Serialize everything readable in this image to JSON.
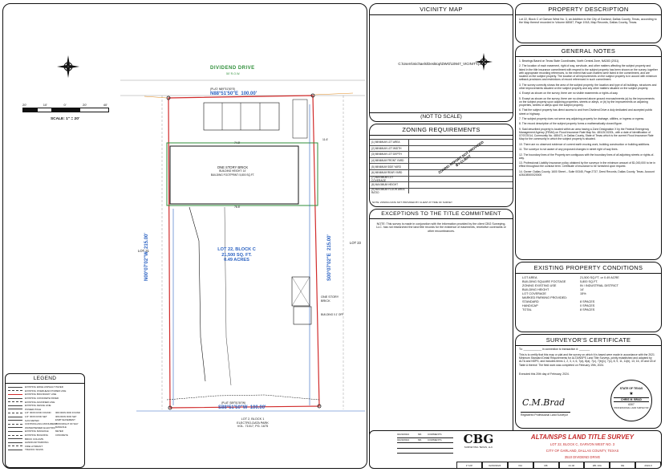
{
  "vicinity": {
    "title": "VICINITY MAP",
    "image_path": "C:\\Users\\michaels\\Desktop\\DWG\\10947_VICINITY.png",
    "not_to_scale": "(NOT TO SCALE)"
  },
  "property_description": {
    "title": "PROPERTY DESCRIPTION",
    "text": "Lot 22, Block C of Garvon West No. 3, an Addition to the City of Garland, Dallas County, Texas, according to the Map thereof recorded in Volume 68087, Page 1918, Map Records, Dallas County, Texas."
  },
  "general_notes": {
    "title": "GENERAL NOTES",
    "items": [
      "1. Bearings Based on Texas State Coordinates, North Central Zone, NAD83 (2011).",
      "2. The location of each easement, right of way, servitude, and other matters affecting the subject property and listed in the title insurance commitment with respect to the subject property has been shown on the survey, together with appropriate recording references, to the extent that such matters were listed in the commitment, and are located on the subject property. The location of all improvements on the subject property is in accord with minimum setback provisions and restrictions of record referenced in such commitment.",
      "3. The survey correctly shows the area of the subject property, the location and type of all buildings, structures and other improvements situated on the subject property and any other matters situated on the subject property.",
      "4. Except as shown on the survey, there are no visible easements or rights-of-way.",
      "5. Except as shown on the survey, there are no observed above ground encroachments (a) by the improvements on the subject property upon adjoining properties, streets or alleys, or (b) by the improvements on adjoining properties, streets or alleys upon the subject property.",
      "6. That the subject property has direct access to and from Dividend Drive a duly dedicated and accepted public street or highway.",
      "7. The subject property does not serve any adjoining property for drainage, utilities, or ingress or egress.",
      "8. The record description of the subject property forms a mathematically closed figure.",
      "9. Said described property is located within an area having a Zone Designation X by the Federal Emergency Management Agency (FEMA) on Flood Insurance Rate Map No. 48113C0220L, with a date of identification of 07/07/2014, Community No. 485471, in Dallas County, State of Texas which is the current Flood Insurance Rate Map for the community in which the subject property is situated.",
      "10. There are no observed evidence of current earth moving work, building construction or building additions.",
      "11. The surveyor is not aware of any proposed changes in street right of way lines.",
      "12. The boundary lines of the Property are contiguous with the boundary lines of all adjoining streets or rights-of-way.",
      "13. Professional Liability Insurance policy obtained by the surveyor in the minimum amount of $1,000,000 to be in effect throughout the contract term. Certificate of insurance to be furnished upon request.",
      "14. Owner: Dallas County, 1600 Street – Suite 00345, Page 2737, Deed Records, Dallas County, Texas. Account #26108500020000"
    ]
  },
  "zoning": {
    "title": "ZONING REQUIREMENTS",
    "rows": [
      "(1) MINIMUM LOT AREA",
      "(2) MINIMUM LOT WIDTH",
      "(3) MINIMUM LOT DEPTH",
      "(4) MINIMUM FRONT YARD",
      "(5) MINIMUM SIDE YARD",
      "(6) MINIMUM REAR YARD",
      "(7) MAXIMUM LOT COVERAGE",
      "(8) MAXIMUM HEIGHT",
      "(9) MAXIMUM FLOOR AREA RATIO"
    ],
    "stamp": "ZONING REPORT NOT PROVIDED BY CLIENT",
    "footer": "NOTE: ZONING DATA NOT PROVIDED BY CLIENT AT TIME OF SURVEY"
  },
  "exceptions": {
    "title": "EXCEPTIONS TO THE TITLE COMMITMENT",
    "text": "NOTE: This survey is made in conjunction with the information provided by the client CBG Surveying, LLC. has not researched the land title records for the existence of easements, restrictive covenants or other encumbrances."
  },
  "existing": {
    "title": "EXISTING PROPERTY CONDITIONS",
    "rows": [
      [
        "LOT AREA",
        "21,500 SQ.FT. or 0.49 ACRE"
      ],
      [
        "BUILDING SQUARE FOOTAGE",
        "5,800 SQ.FT."
      ],
      [
        "ZONING EXISTING USE",
        "IN / INDUSTRIAL DISTRICT"
      ],
      [
        "",
        ""
      ],
      [
        "BUILDING HEIGHT",
        "14'"
      ],
      [
        "LOT COVERAGE",
        "15%"
      ],
      [
        "",
        ""
      ],
      [
        "MARKED PARKING PROVIDED:",
        ""
      ],
      [
        "STANDARD",
        "8 SPACES"
      ],
      [
        "HANDICAP",
        "0 SPACES"
      ],
      [
        "TOTAL",
        "8 SPACES"
      ]
    ]
  },
  "surveyor": {
    "title": "SURVEYOR'S CERTIFICATE",
    "to": "To: ____________ in connection to transaction #: _______",
    "text": "This is to certify that this map or plat and the survey on which it is based were made in accordance with the 2021 Minimum Standard Detail Requirements for ALTA/NSPS Land Title Surveys, jointly established and adopted by ALTA and NSPS, and includes items 1, 2, 3, 4, 6, 7(a), 8(a), 7(c), 7(b)(1), 7(c), 8, 9, 11, 11(b), 13, 16, 19 and 18 of Table A thereof. The field work was completed on February 19th, 2024.",
    "executed": "Executed this 20th day of February, 2024.",
    "signature": "C.M.Brad",
    "signer_role": "Registered Professional Land Surveyor",
    "seal_top": "STATE OF TEXAS",
    "seal_name": "CHRIS M. BRAD",
    "seal_number": "6307",
    "seal_bottom": "PROFESSIONAL LAND SURVEYOR"
  },
  "title_block": {
    "company": "CBG",
    "company_sub": "SURVEYING TEXAS, LLC",
    "survey_title": "ALTA/NSPS LAND TITLE SURVEY",
    "line1": "LOT 22, BLOCK C, GARVON WEST NO. 3",
    "line2": "CITY OF GARLAND, DALLAS COUNTY, TEXAS",
    "line3": "3510 DIVIDEND DRIVE",
    "revisions": [
      [
        "02/20/2024",
        "MK",
        "COMMENTS"
      ],
      [
        "02/20/2024",
        "MK",
        "COMMENTS"
      ],
      [
        "",
        "",
        ""
      ],
      [
        "",
        "",
        ""
      ]
    ],
    "footer_cells": [
      "1\"=20'",
      "02/20/2024",
      "DH",
      "MK",
      "21.40",
      "281 10A",
      "DE",
      "2024-0"
    ]
  },
  "plan": {
    "street": "DIVIDEND DRIVE",
    "street_sub": "50' R.O.W.",
    "bearing_top": "N88°51'50\"E",
    "dist_top": "100.00'",
    "bearing_bottom": "S88°51'50\"W",
    "dist_bottom": "100.00'",
    "bearing_left": "N00°07'02\"W",
    "dist_left": "215.00'",
    "bearing_right": "S00°07'02\"E",
    "dist_right": "215.00'",
    "building_label": "ONE STORY BRICK",
    "building_height": "BUILDING HEIGHT: 14'",
    "building_footprint": "BUILDING FOOTPRINT: 5,800 SQ.FT.",
    "lot_name": "LOT 22, BLOCK C",
    "lot_area": "21,500 SQ. FT.",
    "lot_acres": "0.49 ACRES",
    "lot_left": "LOT 21",
    "lot_right": "LOT 23",
    "one_story": "ONE STORY BRICK",
    "bldg_off1": "BUILDING 0.1' OFF",
    "lot_south_1": "LOT 2, BLOCK 1",
    "lot_south_2": "ELECTRO-DATA PARK",
    "lot_south_3": "VOL. 71017, PG. 1675",
    "plat_ref": "(PLAT: N89°51'50\"E)",
    "plat_ref_bottom": "(PLAT: S89°51'50\"W)",
    "dim_front": "74.8'",
    "dim_rear": "78.8'",
    "dim_side": "11.6'",
    "dim_b1": "74.6'",
    "scale_text": "SCALE: 1\" = 20'",
    "scale_ticks": [
      "20'",
      "10'",
      "0'",
      "20'",
      "40'"
    ],
    "notnorth": "N"
  },
  "legend": {
    "title": "LEGEND",
    "rows": [
      "EXISTING EDGE ASPHALT PAVED",
      "EXISTING OVERHEAD POWER LINE",
      "EXISTING BOUNDARY LINE",
      "EXISTING CONCRETE PAVED",
      "EXISTING ADJOINER LINE",
      "EXISTING FENCE LINE",
      "POWER POLE",
      "1/2\" IRON ROD FOUND",
      "1/2\" IRON ROD SET",
      "GAS METER",
      "CONTROLLING MONUMENT",
      "WATER/SEWER ELECTRIC",
      "EXISTING MANHOLE",
      "EXISTING BUILDING",
      "BRICK COLUMN",
      "HANDICAP PARKING",
      "FIRE HYDRANT",
      "TRAFFIC SIGNS"
    ],
    "rows_right": [
      "IRF=IRON ROD FOUND",
      "IRS=IRON ROD SET",
      "ESMT=EASEMENT",
      "ROW=RIGHT OF WAY",
      "MANHOLE",
      "METER",
      "CONCRETE"
    ]
  }
}
